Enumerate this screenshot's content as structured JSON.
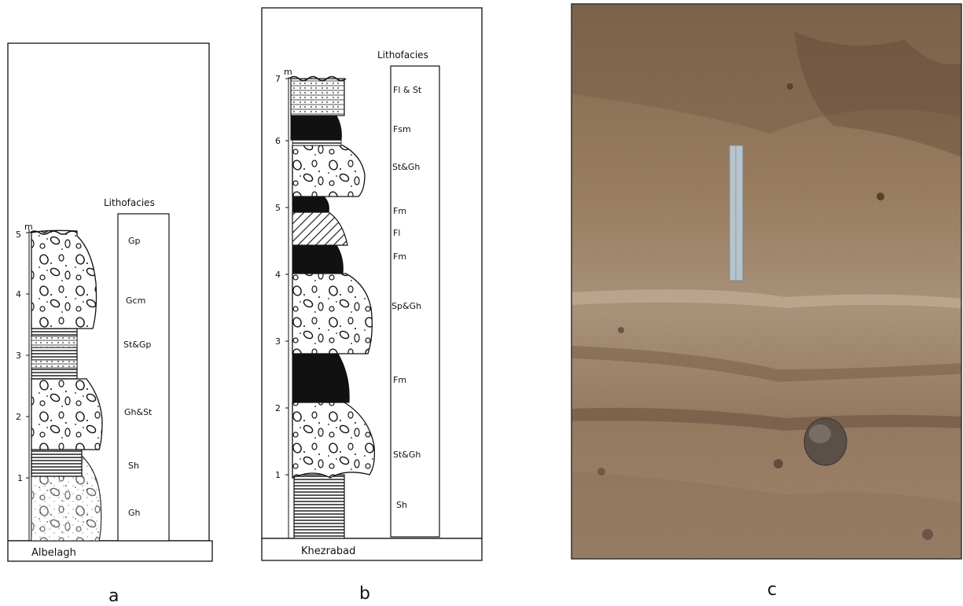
{
  "panels": [
    {
      "id": "a",
      "panel_label": "a",
      "location": "Albelagh",
      "unit": "m",
      "scale_ticks": [
        "1",
        "2",
        "3",
        "4",
        "5"
      ],
      "lithofacies_header": "Lithofacies",
      "lithofacies": [
        "Gp",
        "Gcm",
        "St&Gp",
        "Gh&St",
        "Sh",
        "Gh"
      ]
    },
    {
      "id": "b",
      "panel_label": "b",
      "location": "Khezrabad",
      "unit": "m",
      "scale_ticks": [
        "1",
        "2",
        "3",
        "4",
        "5",
        "6",
        "7"
      ],
      "lithofacies_header": "Lithofacies",
      "lithofacies": [
        "Fl & St",
        "Fsm",
        "St&Gh",
        "Fm",
        "Fl",
        "Fm",
        "Sp&Gh",
        "Fm",
        "St&Gh",
        "Sh"
      ]
    },
    {
      "id": "c",
      "panel_label": "c"
    }
  ]
}
